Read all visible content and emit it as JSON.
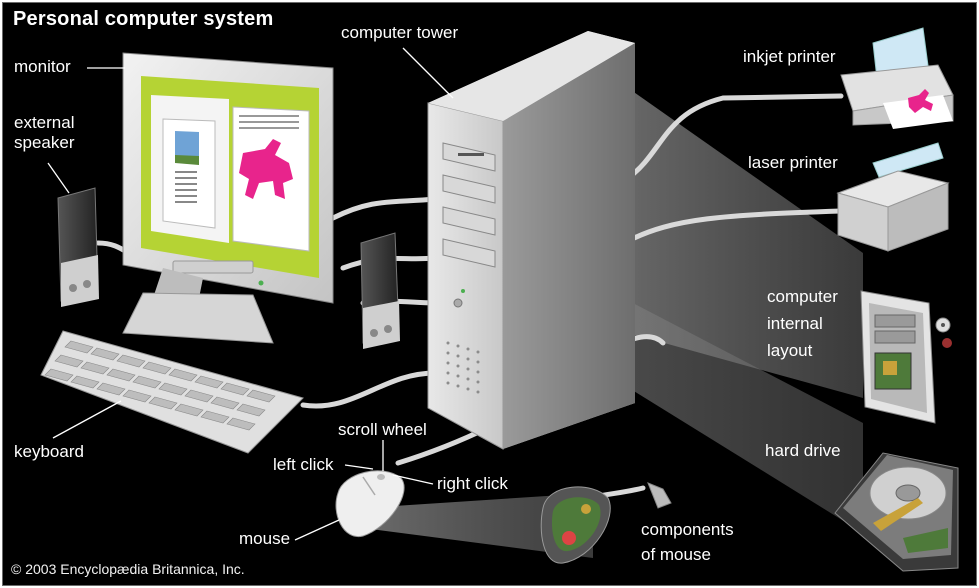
{
  "title": "Personal computer system",
  "copyright": "© 2003 Encyclopædia Britannica, Inc.",
  "labels": {
    "monitor": "monitor",
    "external_speaker": [
      "external",
      "speaker"
    ],
    "computer_tower": "computer tower",
    "inkjet_printer": "inkjet printer",
    "laser_printer": "laser printer",
    "computer_internal_layout": [
      "computer",
      "internal",
      "layout"
    ],
    "hard_drive": "hard drive",
    "keyboard": "keyboard",
    "scroll_wheel": "scroll wheel",
    "left_click": "left click",
    "right_click": "right click",
    "mouse": "mouse",
    "components_of_mouse": [
      "components",
      "of mouse"
    ]
  },
  "colors": {
    "background": "#000000",
    "screen_frame": "#b5d334",
    "horse": "#e8248c",
    "cable": "#d9d9d9",
    "text": "#ffffff"
  }
}
